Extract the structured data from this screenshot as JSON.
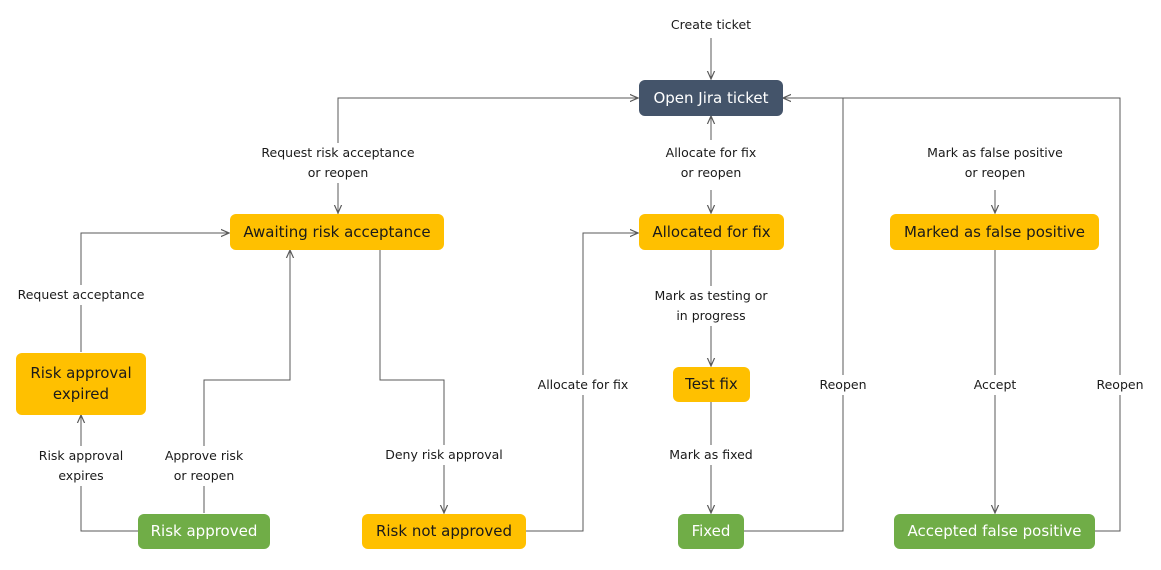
{
  "colors": {
    "dark": "#44546a",
    "amber": "#ffc000",
    "green": "#70ad47",
    "line": "#595959",
    "text_light": "#ffffff",
    "text_dark": "#1a1a1a"
  },
  "nodes": {
    "open": "Open Jira ticket",
    "awaiting": "Awaiting risk acceptance",
    "allocated": "Allocated for fix",
    "marked_fp": "Marked as false positive",
    "expired": "Risk approval\nexpired",
    "test_fix": "Test fix",
    "risk_approved": "Risk approved",
    "risk_not_approved": "Risk not approved",
    "fixed": "Fixed",
    "accepted_fp": "Accepted false positive"
  },
  "labels": {
    "create": "Create ticket",
    "request_risk": "Request risk acceptance\nor reopen",
    "allocate_reopen": "Allocate for fix\nor reopen",
    "mark_fp_reopen": "Mark as false positive\nor reopen",
    "request_acceptance": "Request acceptance",
    "mark_testing": "Mark as testing or\nin progress",
    "allocate_fix": "Allocate for fix",
    "reopen_fixed": "Reopen",
    "accept": "Accept",
    "reopen_fp": "Reopen",
    "expires": "Risk approval\nexpires",
    "approve": "Approve risk\nor reopen",
    "deny": "Deny risk approval",
    "mark_fixed": "Mark as fixed"
  }
}
